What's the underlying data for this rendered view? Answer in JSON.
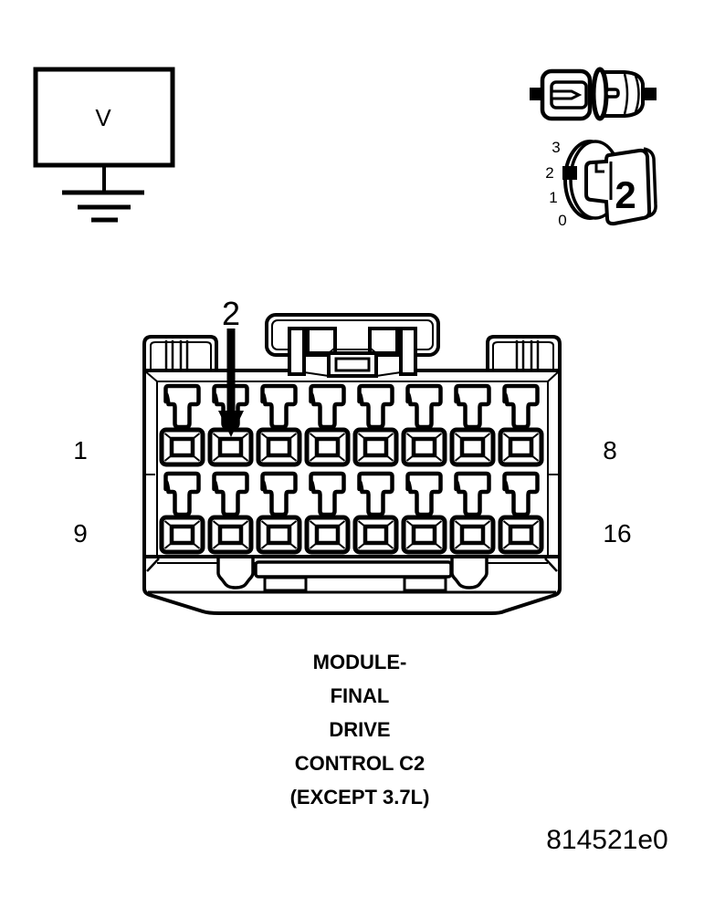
{
  "figure": {
    "type": "connector-pinout-diagram",
    "background_color": "#ffffff",
    "line_color": "#000000"
  },
  "voltmeter": {
    "label": "V",
    "symbol": "voltage-box-with-ground"
  },
  "terminal_icons": {
    "pair_icon": "male-female-terminal-icon",
    "gauge_icon": "terminal-gauge-icon",
    "gauge_scale": [
      "3",
      "2",
      "1",
      "0"
    ],
    "gauge_value": "2"
  },
  "connector": {
    "arrow_label": "2",
    "rows": 2,
    "columns": 8,
    "pin_labels": {
      "row1_left": "1",
      "row1_right": "8",
      "row2_left": "9",
      "row2_right": "16"
    }
  },
  "caption": {
    "lines": [
      "MODULE-",
      "FINAL",
      "DRIVE",
      "CONTROL C2",
      "(EXCEPT 3.7L)"
    ]
  },
  "figure_code": "814521e0"
}
